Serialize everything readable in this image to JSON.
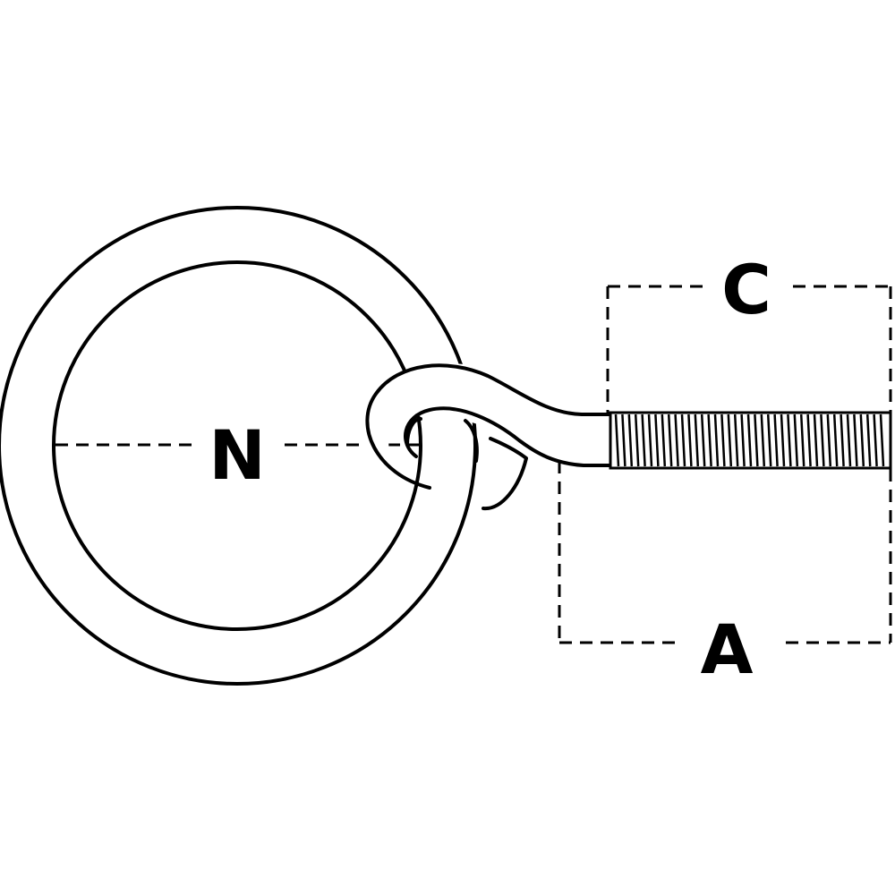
{
  "labels": {
    "ring_dimension": "N",
    "thread_dimension": "C",
    "shank_dimension": "A"
  },
  "colors": {
    "line": "#000000",
    "background": "#ffffff"
  }
}
